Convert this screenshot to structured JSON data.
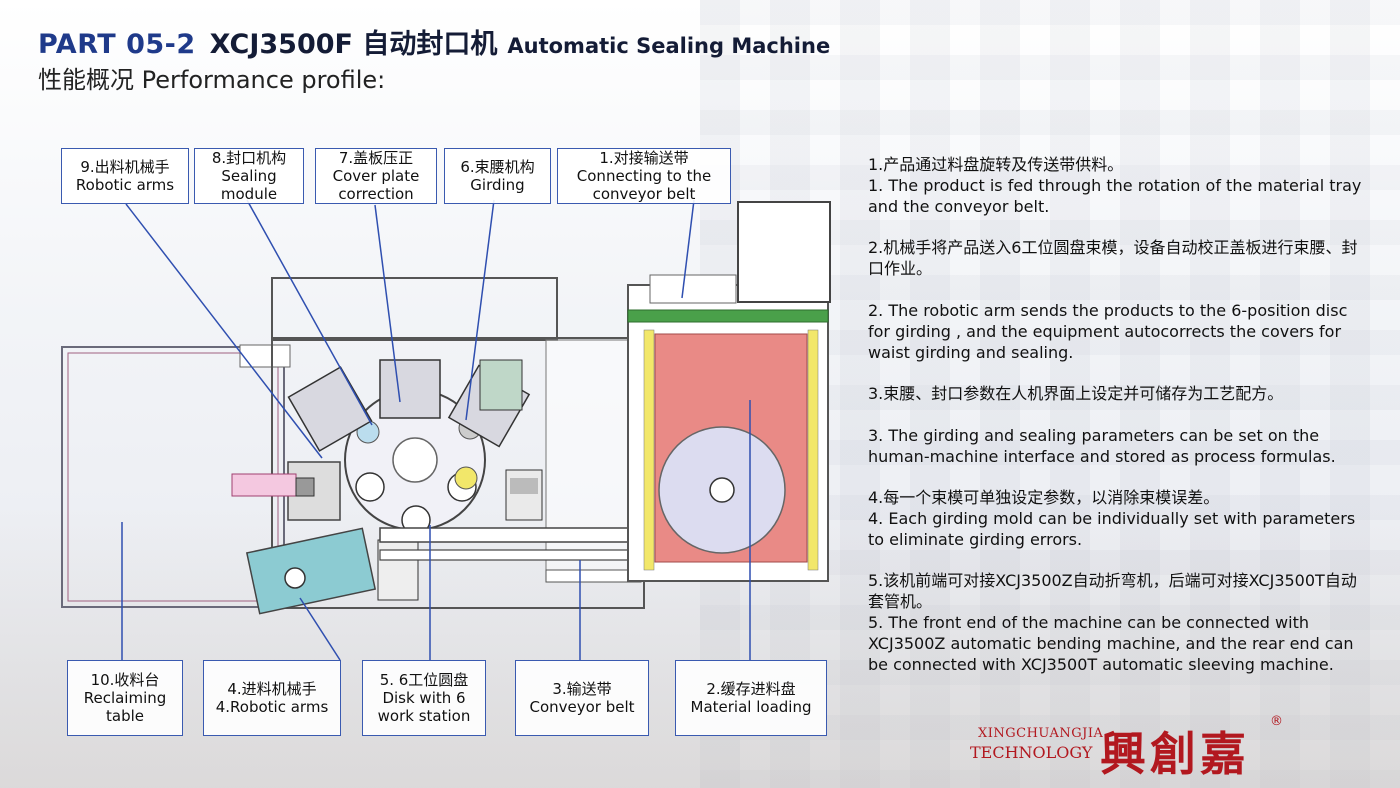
{
  "header": {
    "part": "PART 05-2",
    "model": "XCJ3500F 自动封口机",
    "title_en": "Automatic Sealing Machine",
    "subtitle": "性能概况 Performance profile:"
  },
  "labels": {
    "top": [
      {
        "zh": "9.出料机械手",
        "en": "Robotic arms"
      },
      {
        "zh": "8.封口机构",
        "en": "Sealing module"
      },
      {
        "zh": "7.盖板压正",
        "en": "Cover plate correction"
      },
      {
        "zh": "6.束腰机构",
        "en": "Girding"
      },
      {
        "zh": "1.对接输送带",
        "en": "Connecting  to the conveyor belt"
      }
    ],
    "bottom": [
      {
        "zh": "10.收料台",
        "en": "Reclaiming table"
      },
      {
        "zh": "4.进料机械手",
        "en": "4.Robotic arms"
      },
      {
        "zh": "5. 6工位圆盘",
        "en": "Disk with 6 work station"
      },
      {
        "zh": "3.输送带",
        "en": "Conveyor belt"
      },
      {
        "zh": "2.缓存进料盘",
        "en": "Material loading"
      }
    ]
  },
  "description": [
    {
      "zh": "1.产品通过料盘旋转及传送带供料。",
      "en": "1. The product is fed through the rotation of the material tray and the conveyor belt."
    },
    {
      "zh": "2.机械手将产品送入6工位圆盘束模，设备自动校正盖板进行束腰、封口作业。",
      "en": "2. The robotic arm sends the products to the 6-position disc for girding , and the equipment autocorrects the covers for waist girding and sealing."
    },
    {
      "zh": "3.束腰、封口参数在人机界面上设定并可储存为工艺配方。",
      "en": "3. The girding and sealing parameters can be set on the human-machine interface and stored as process formulas."
    },
    {
      "zh": "4.每一个束模可单独设定参数，以消除束模误差。",
      "en": "4. Each girding mold can be individually set with parameters to eliminate girding errors."
    },
    {
      "zh": "5.该机前端可对接XCJ3500Z自动折弯机，后端可对接XCJ3500T自动套管机。",
      "en": "5. The front end of the machine can be connected with XCJ3500Z automatic bending machine, and the rear end can be connected with XCJ3500T automatic sleeving machine."
    }
  ],
  "logo": {
    "line1": "XINGCHUANGJIA",
    "line2": "TECHNOLOGY",
    "mark": "興創嘉",
    "reg": "®"
  },
  "colors": {
    "title_blue": "#1f3a8a",
    "label_border": "#3a5ab0",
    "leader_line": "#2f4fb0",
    "tray_red": "#e98a86",
    "disc_lavender": "#dcdcf0",
    "rail_green": "#4aa04a",
    "feeder_teal": "#7fc0c8",
    "brand_red": "#b2181f"
  }
}
